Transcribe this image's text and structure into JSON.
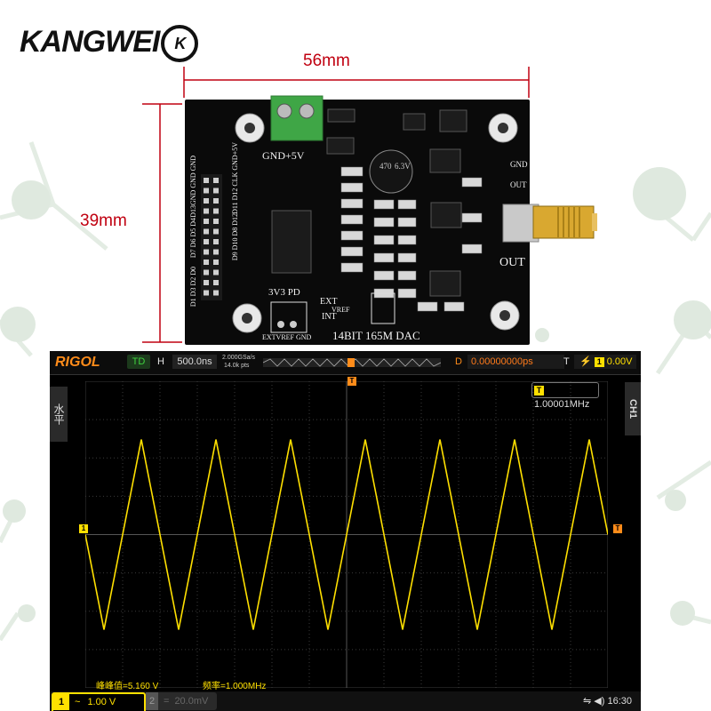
{
  "brand": {
    "logo_text": "KANGWEI",
    "logo_mark": "K"
  },
  "dimensions": {
    "width_label": "56mm",
    "height_label": "39mm"
  },
  "pcb": {
    "title": "14BIT 165M DAC",
    "power_label": "GND+5V",
    "out_label": "OUT",
    "gnd_label": "GND",
    "out_small": "OUT",
    "pin_labels_top": "D13GND GND GND",
    "pin_labels_2": "D11 D12 CLK GND+5V",
    "pin_labels_3": "D9 D10 D8 D12",
    "pin_labels_4": "D7 D6 D5 D4",
    "pin_labels_5": "D1 D3 D2 D0",
    "sel_3v3_pd": "3V3 PD",
    "extvref_gnd": "EXTVREF GND",
    "ext_label": "EXT",
    "vref_label": "VREF",
    "int_label": "INT",
    "cap_label": "470",
    "cap_voltage": "6.3V"
  },
  "scope": {
    "brand": "RIGOL",
    "mode": "TD",
    "h_label": "H",
    "timebase": "500.0ns",
    "sample_rate": "2.000GSa/s",
    "points": "14.0k pts",
    "d_label": "D",
    "delay": "0.00000000ps",
    "t_label": "T",
    "trigger_channel": "1",
    "trigger_level": "0.00V",
    "left_tab": "水平",
    "right_tab": "CH1",
    "freq_badge": "T",
    "freq_value": "1.00001MHz",
    "meas_peak": "峰峰值=5.160 V",
    "meas_freq": "频率=1.000MHz",
    "ch1": {
      "num": "1",
      "coupling": "~",
      "scale": "1.00 V"
    },
    "ch2": {
      "num": "2",
      "coupling": "=",
      "scale": "20.0mV"
    },
    "time": "16:30",
    "trigger_marker": "T",
    "ch1_marker": "1",
    "right_marker": "T"
  },
  "colors": {
    "trace": "#ffe000",
    "dimension": "#c00010",
    "pcb": "#0a0a0a",
    "scope_accent": "#ff8c1a"
  },
  "icons": [
    "usb-icon",
    "speaker-icon",
    "rising-edge-icon"
  ]
}
